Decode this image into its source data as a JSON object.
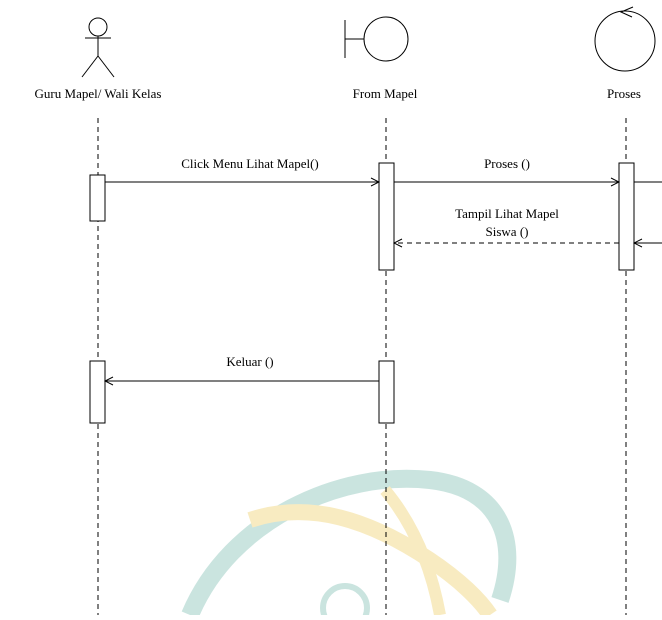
{
  "diagram": {
    "type": "sequence",
    "lifelines": [
      {
        "id": "actor",
        "kind": "actor",
        "label": "Guru Mapel/ Wali Kelas"
      },
      {
        "id": "boundary",
        "kind": "boundary",
        "label": "From Mapel"
      },
      {
        "id": "control",
        "kind": "control",
        "label": "Proses"
      }
    ],
    "messages": [
      {
        "label": "Click Menu Lihat Mapel()",
        "from": "actor",
        "to": "boundary",
        "style": "solid"
      },
      {
        "label": "Proses ()",
        "from": "boundary",
        "to": "control",
        "style": "solid"
      },
      {
        "label_line1": "Tampil Lihat Mapel",
        "label_line2": "Siswa ()",
        "from": "control",
        "to": "boundary",
        "style": "dashed"
      },
      {
        "label": "Keluar ()",
        "from": "boundary",
        "to": "actor",
        "style": "solid"
      }
    ],
    "colors": {
      "line": "#000000",
      "watermark_teal": "#9fcfc6",
      "watermark_gold": "#f3dc8f"
    }
  }
}
